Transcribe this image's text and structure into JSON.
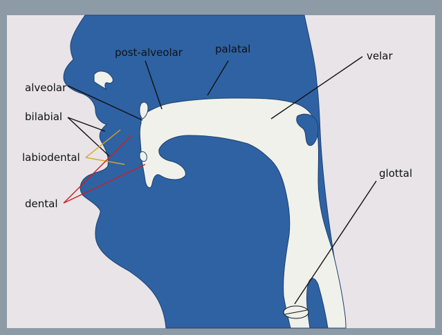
{
  "colors": {
    "frame": "#8d9ba7",
    "background": "#e8e4e8",
    "tissue": "#2f62a3",
    "cavity": "#f0f1ea",
    "outline": "#1b3f70",
    "pointer_black": "#111111",
    "pointer_yellow": "#d9a51c",
    "pointer_red": "#cc1f1f"
  },
  "labels": {
    "post_alveolar": "post-alveolar",
    "palatal": "palatal",
    "velar": "velar",
    "alveolar": "alveolar",
    "bilabial": "bilabial",
    "labiodental": "labiodental",
    "dental": "dental",
    "glottal": "glottal"
  }
}
